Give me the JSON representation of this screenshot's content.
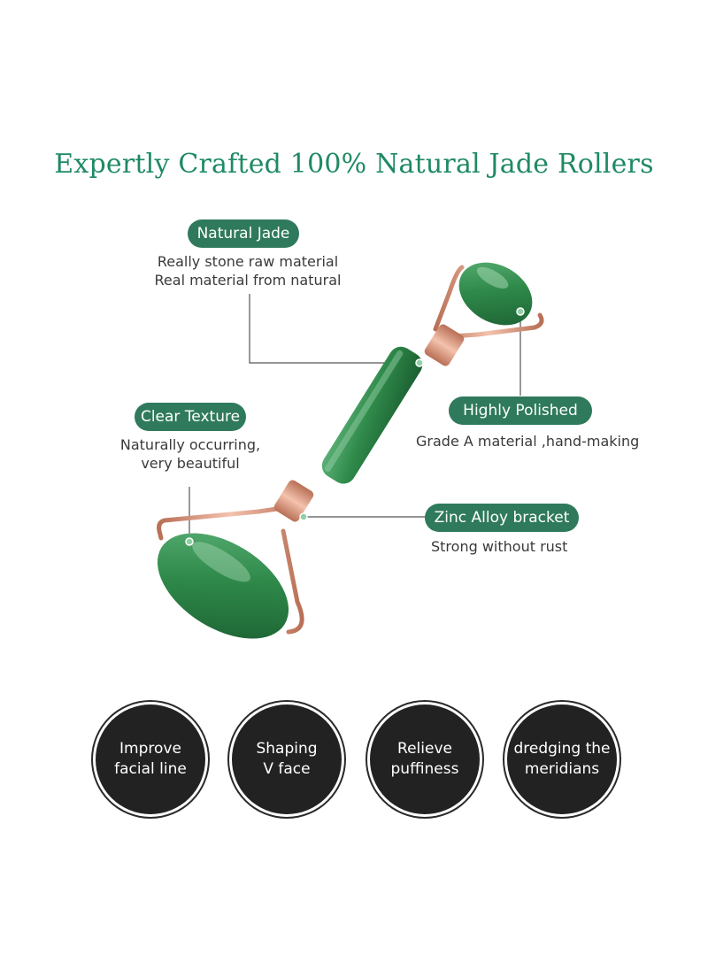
{
  "title": "Expertly Crafted 100% Natural Jade Rollers",
  "features": {
    "natural_jade": {
      "label": "Natural Jade",
      "lines": [
        "Really stone raw material",
        "Real material from natural"
      ]
    },
    "highly_polished": {
      "label": "Highly Polished",
      "lines": [
        "Grade A material ,hand-making"
      ]
    },
    "clear_texture": {
      "label": "Clear Texture",
      "lines": [
        "Naturally occurring,",
        "very beautiful"
      ]
    },
    "zinc_alloy": {
      "label": "Zinc Alloy bracket",
      "lines": [
        "Strong without rust"
      ]
    }
  },
  "benefits": [
    {
      "lines": [
        "Improve",
        "facial line"
      ]
    },
    {
      "lines": [
        "Shaping",
        "V face"
      ]
    },
    {
      "lines": [
        "Relieve",
        "puffiness"
      ]
    },
    {
      "lines": [
        "dredging the",
        "meridians"
      ]
    }
  ],
  "colors": {
    "accent_green": "#1f8a63",
    "pill_green": "#2f7a5c",
    "jade": "#2f8a4a",
    "rose_gold": "#d9927a",
    "circle_dark": "#222222"
  }
}
